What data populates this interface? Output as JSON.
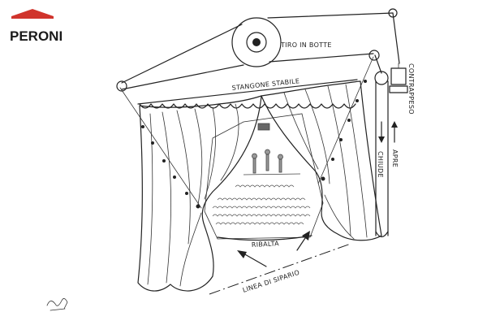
{
  "logo": {
    "text": "PERONI",
    "roof_color": "#d0342c"
  },
  "labels": {
    "tiro_in_botte": "TIRO IN BOTTE",
    "stangone_stabile": "STANGONE STABILE",
    "contrappeso": "CONTRAPPESO",
    "chiude": "CHIUDE",
    "apre": "APRE",
    "ribalta": "RIBALTA",
    "linea_di_sipario": "LINEA DI SIPARIO"
  },
  "colors": {
    "ink": "#222222",
    "background": "#ffffff"
  }
}
